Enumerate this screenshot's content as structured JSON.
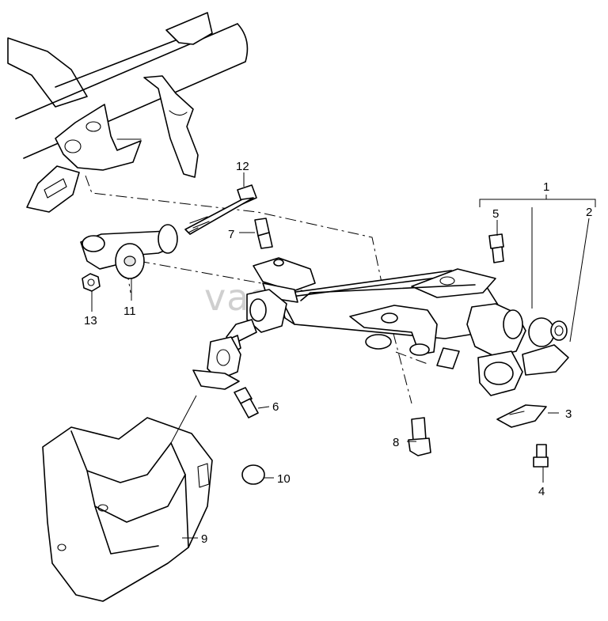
{
  "watermark": "vastec.ru",
  "callouts": [
    {
      "id": "1",
      "label": "1"
    },
    {
      "id": "2",
      "label": "2"
    },
    {
      "id": "3",
      "label": "3"
    },
    {
      "id": "4",
      "label": "4"
    },
    {
      "id": "5",
      "label": "5"
    },
    {
      "id": "6",
      "label": "6"
    },
    {
      "id": "7",
      "label": "7"
    },
    {
      "id": "8",
      "label": "8"
    },
    {
      "id": "9",
      "label": "9"
    },
    {
      "id": "10",
      "label": "10"
    },
    {
      "id": "11",
      "label": "11"
    },
    {
      "id": "12",
      "label": "12"
    },
    {
      "id": "13",
      "label": "13"
    }
  ]
}
